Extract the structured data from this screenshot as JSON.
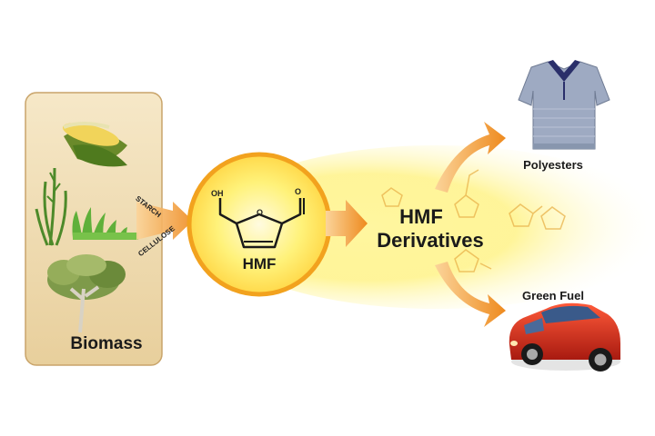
{
  "biomass": {
    "label": "Biomass",
    "starch_label": "STARCH",
    "cellulose_label": "CELLULOSE",
    "items": [
      "corn-icon",
      "grass-icon",
      "tree-icon"
    ]
  },
  "hmf": {
    "label": "HMF",
    "oh_label": "OH",
    "ring_o_label": "O",
    "aldehyde_o_label": "O"
  },
  "derivatives": {
    "line1": "HMF",
    "line2": "Derivatives"
  },
  "products": {
    "polyesters_label": "Polyesters",
    "polyesters_icon": "shirt-icon",
    "green_fuel_label": "Green Fuel",
    "green_fuel_icon": "car-icon"
  },
  "colors": {
    "arrow": "#f0962a",
    "panel": "#f0dcb4",
    "glow": "#ffe94a",
    "car": "#d42a1a",
    "shirt": "#9aa7bf"
  }
}
